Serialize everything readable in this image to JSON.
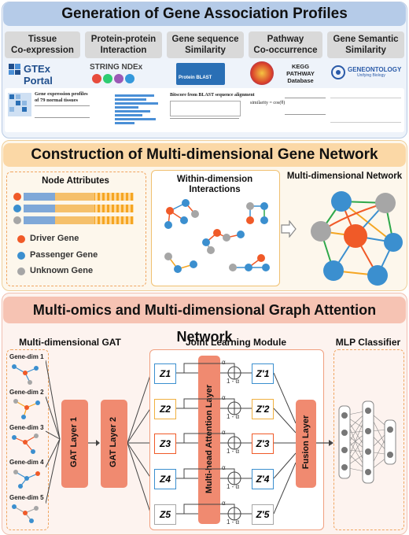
{
  "section1": {
    "title": "Generation of Gene Association Profiles",
    "columns": [
      {
        "label": "Tissue\nCo-expression",
        "source": "GTEx Portal"
      },
      {
        "label": "Protein-protein\nInteraction",
        "source": "STRING  NDEx"
      },
      {
        "label": "Gene sequence\nSimilarity",
        "source": "Protein BLAST"
      },
      {
        "label": "Pathway\nCo-occurrence",
        "source": "KEGG\nPATHWAY\nDatabase"
      },
      {
        "label": "Gene Semantic\nSimilarity",
        "source": "GENEONTOLOGY",
        "source_sub": "Unifying Biology"
      }
    ],
    "formula_gtex": "Gene expression profiles of 79 normal tissues",
    "formula_blast": "Bitscore from BLAST sequence alignment",
    "formula_kegg": "similarity = cos(θ)"
  },
  "section2": {
    "title": "Construction of Multi-dimensional Gene Network",
    "node_attributes": "Node Attributes",
    "within": "Within-dimension\nInteractions",
    "multi": "Multi-dimensional Network",
    "legend": [
      {
        "label": "Driver Gene",
        "color": "#f05a28"
      },
      {
        "label": "Passenger Gene",
        "color": "#3b8fcf"
      },
      {
        "label": "Unknown Gene",
        "color": "#a6a6a6"
      }
    ]
  },
  "section3": {
    "title": "Multi-omics and Multi-dimensional Graph Attention Network",
    "gat_title": "Multi-dimensional GAT",
    "joint_title": "Joint Learning Module",
    "mlp_title": "MLP Classifier",
    "gene_dims": [
      "Gene-dim 1",
      "Gene-dim 2",
      "Gene-dim 3",
      "Gene-dim 4",
      "Gene-dim 5"
    ],
    "gat_layer1": "GAT Layer 1",
    "gat_layer2": "GAT Layer 2",
    "attention": "Multi-head Attention Layer",
    "fusion": "Fusion Layer",
    "z": [
      "Z1",
      "Z2",
      "Z3",
      "Z4",
      "Z5"
    ],
    "zprime": [
      "Z'1",
      "Z'2",
      "Z'3",
      "Z'4",
      "Z'5"
    ],
    "alpha": "α",
    "one_minus_alpha": "1 - α",
    "z_colors": [
      "#3b8fcf",
      "#f0b040",
      "#f05a28",
      "#3b8fcf",
      "#a6a6a6"
    ]
  }
}
